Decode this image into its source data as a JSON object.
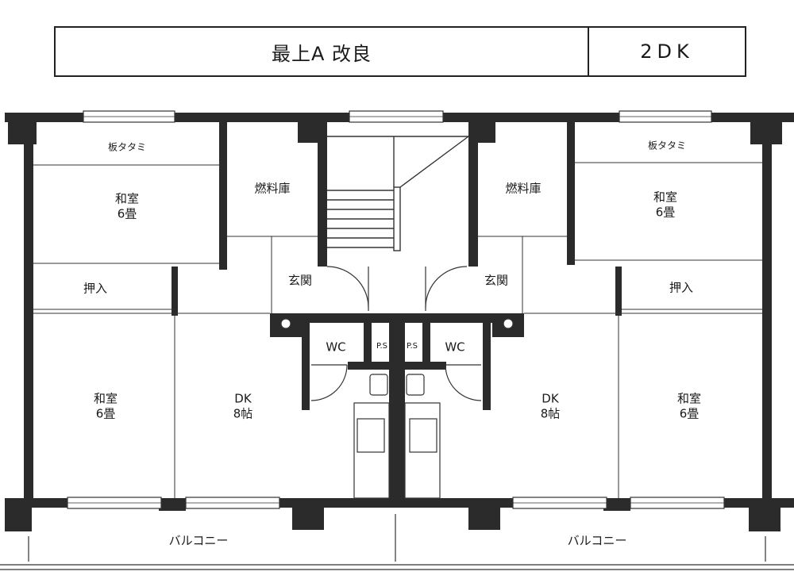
{
  "header": {
    "title": "最上A 改良",
    "unit_type": "2DK"
  },
  "rooms": {
    "itatatami_left": "板タタミ",
    "itatatami_right": "板タタミ",
    "washitsu_tl_name": "和室",
    "washitsu_tl_size": "6畳",
    "washitsu_tr_name": "和室",
    "washitsu_tr_size": "6畳",
    "washitsu_bl_name": "和室",
    "washitsu_bl_size": "6畳",
    "washitsu_br_name": "和室",
    "washitsu_br_size": "6畳",
    "nenryoko_left": "燃料庫",
    "nenryoko_right": "燃料庫",
    "oshiire_left": "押入",
    "oshiire_right": "押入",
    "genkan_left": "玄関",
    "genkan_right": "玄関",
    "wc_left": "WC",
    "wc_right": "WC",
    "ps_left": "P.S",
    "ps_right": "P.S",
    "dk_left_name": "DK",
    "dk_left_size": "8帖",
    "dk_right_name": "DK",
    "dk_right_size": "8帖",
    "balcony_left": "バルコニー",
    "balcony_right": "バルコニー"
  }
}
